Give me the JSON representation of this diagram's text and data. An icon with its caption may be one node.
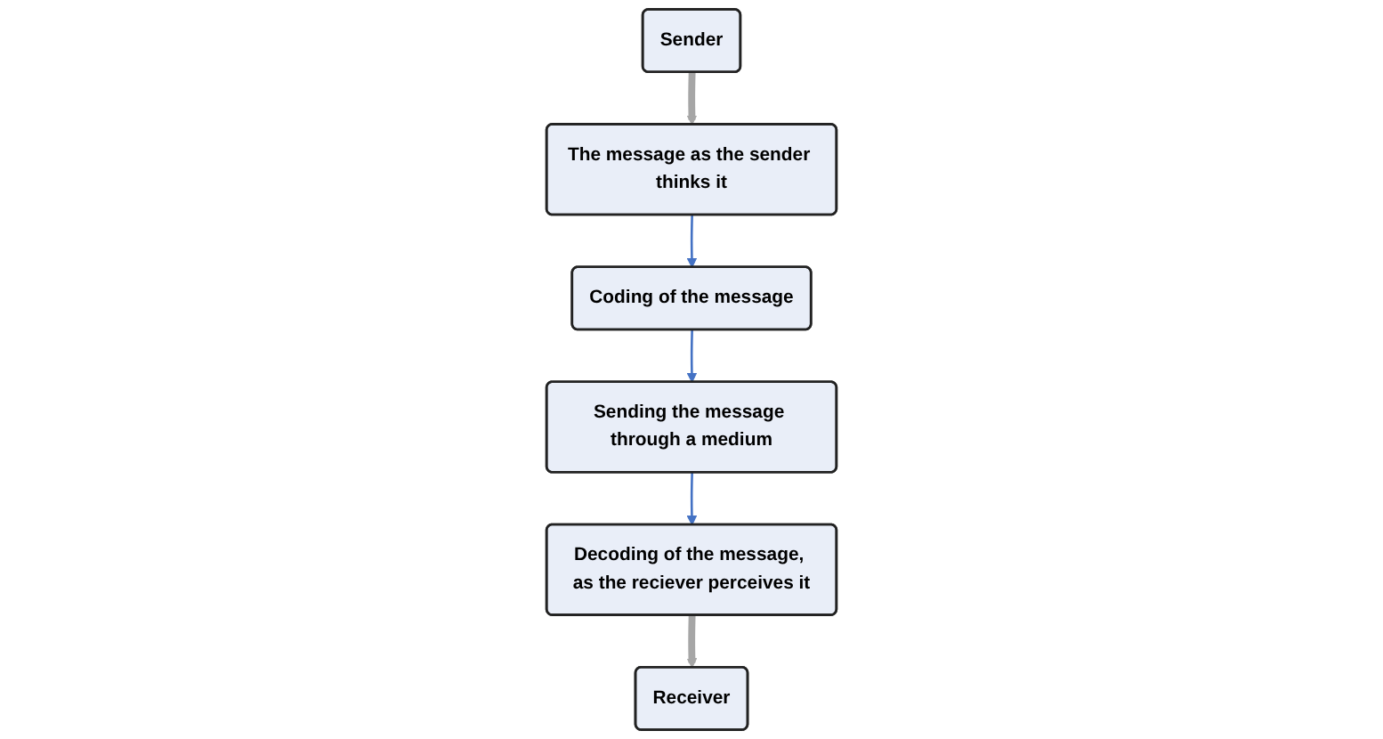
{
  "diagram": {
    "nodes": [
      {
        "text": [
          "Sender"
        ]
      },
      {
        "text": [
          "The message as the sender thinks it"
        ]
      },
      {
        "text": [
          "Coding of the message"
        ]
      },
      {
        "text": [
          "Sending the message through a medium"
        ]
      },
      {
        "text": [
          "Decoding of the message, as the reciever perceives it"
        ]
      },
      {
        "text": [
          "Receiver"
        ]
      }
    ],
    "edges": [
      {
        "from": 0,
        "to": 1,
        "arrow": "to",
        "style": "thick",
        "color": "#a6a6a6"
      },
      {
        "from": 1,
        "to": 2,
        "arrow": "to"
      },
      {
        "from": 2,
        "to": 3,
        "arrow": "to"
      },
      {
        "from": 3,
        "to": 4,
        "arrow": "to"
      },
      {
        "from": 4,
        "to": 5,
        "arrow": "to",
        "style": "thick",
        "color": "#a6a6a6"
      }
    ]
  }
}
